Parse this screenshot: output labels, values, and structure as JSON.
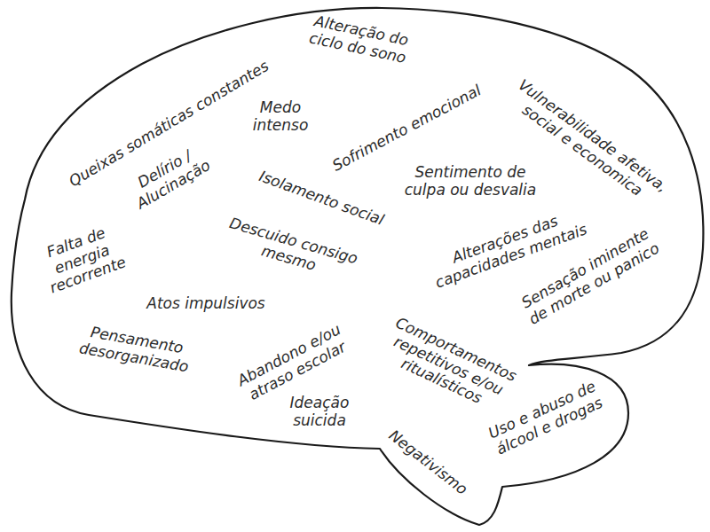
{
  "diagram": {
    "labels": [
      "Alteração do ciclo do sono",
      "Queixas somáticas constantes",
      "Medo intenso",
      "Sofrimento emocional",
      "Vulnerabilidade afetiva, social e economica",
      "Delírio / Alucinação",
      "Sentimento de culpa ou desvalia",
      "Isolamento social",
      "Falta de energia recorrente",
      "Descuido consigo mesmo",
      "Alterações das capacidades mentais",
      "Sensação iminente de morte ou panico",
      "Atos impulsivos",
      "Pensamento desorganizado",
      "Abandono e/ou atraso escolar",
      "Comportamentos repetitivos e/ou ritualísticos",
      "Ideação suicida",
      "Uso e abuso de álcool e drogas",
      "Negativismo"
    ]
  }
}
